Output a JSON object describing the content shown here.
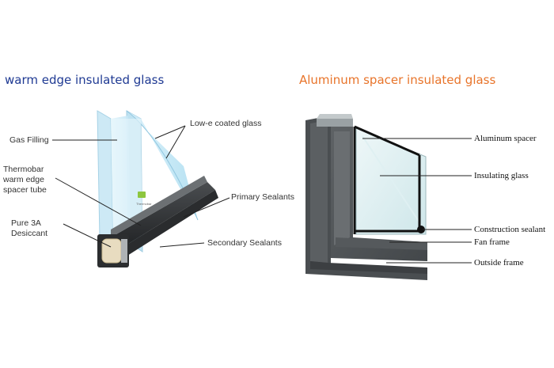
{
  "titles": {
    "left": "warm edge insulated glass",
    "right": "Aluminum spacer insulated glass"
  },
  "left_diagram": {
    "labels": {
      "gas_filling": "Gas Filling",
      "low_e": "Low-e coated glass",
      "thermobar_1": "Thermobar",
      "thermobar_2": "warm edge",
      "thermobar_3": "spacer tube",
      "desiccant_1": "Pure 3A",
      "desiccant_2": "Desiccant",
      "primary": "Primary Sealants",
      "secondary": "Secondary Sealants"
    }
  },
  "right_diagram": {
    "labels": {
      "aluminum_spacer": "Aluminum spacer",
      "insulating_glass": "Insulating glass",
      "construction_sealant": "Construction sealant",
      "fan_frame": "Fan frame",
      "outside_frame": "Outside frame"
    }
  },
  "colors": {
    "left_title": "#1f3a93",
    "right_title": "#e8742a",
    "frame": "#55595c"
  }
}
